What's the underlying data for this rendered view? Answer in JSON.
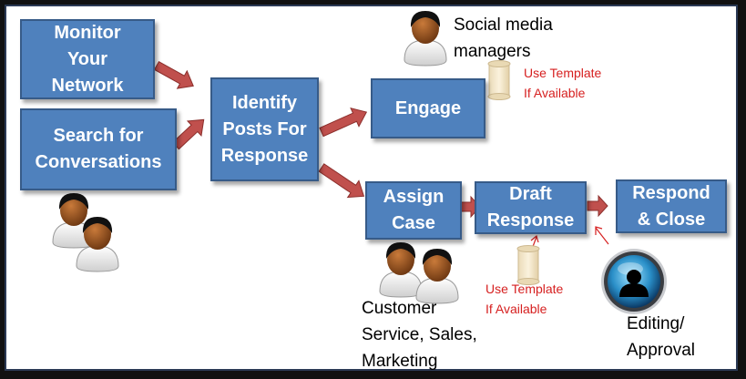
{
  "nodes": {
    "monitor": "Monitor\nYour\nNetwork",
    "search": "Search for\nConversations",
    "identify": "Identify\nPosts For\nResponse",
    "engage": "Engage",
    "assign": "Assign\nCase",
    "draft": "Draft\nResponse",
    "respond": "Respond\n& Close"
  },
  "labels": {
    "social": "Social media\nmanagers",
    "customer": "Customer\nService, Sales,\nMarketing",
    "editing": "Editing/\nApproval"
  },
  "notes": {
    "template_top": "Use Template\nIf Available",
    "template_bottom": "Use Template\nIf Available"
  },
  "icons": [
    "person-icon",
    "scroll-icon",
    "approval-avatar-icon",
    "arrow-icon"
  ],
  "colors": {
    "box_fill": "#4f81bd",
    "box_border": "#375b88",
    "arrow": "#c0504d",
    "note_text": "#d62020"
  }
}
